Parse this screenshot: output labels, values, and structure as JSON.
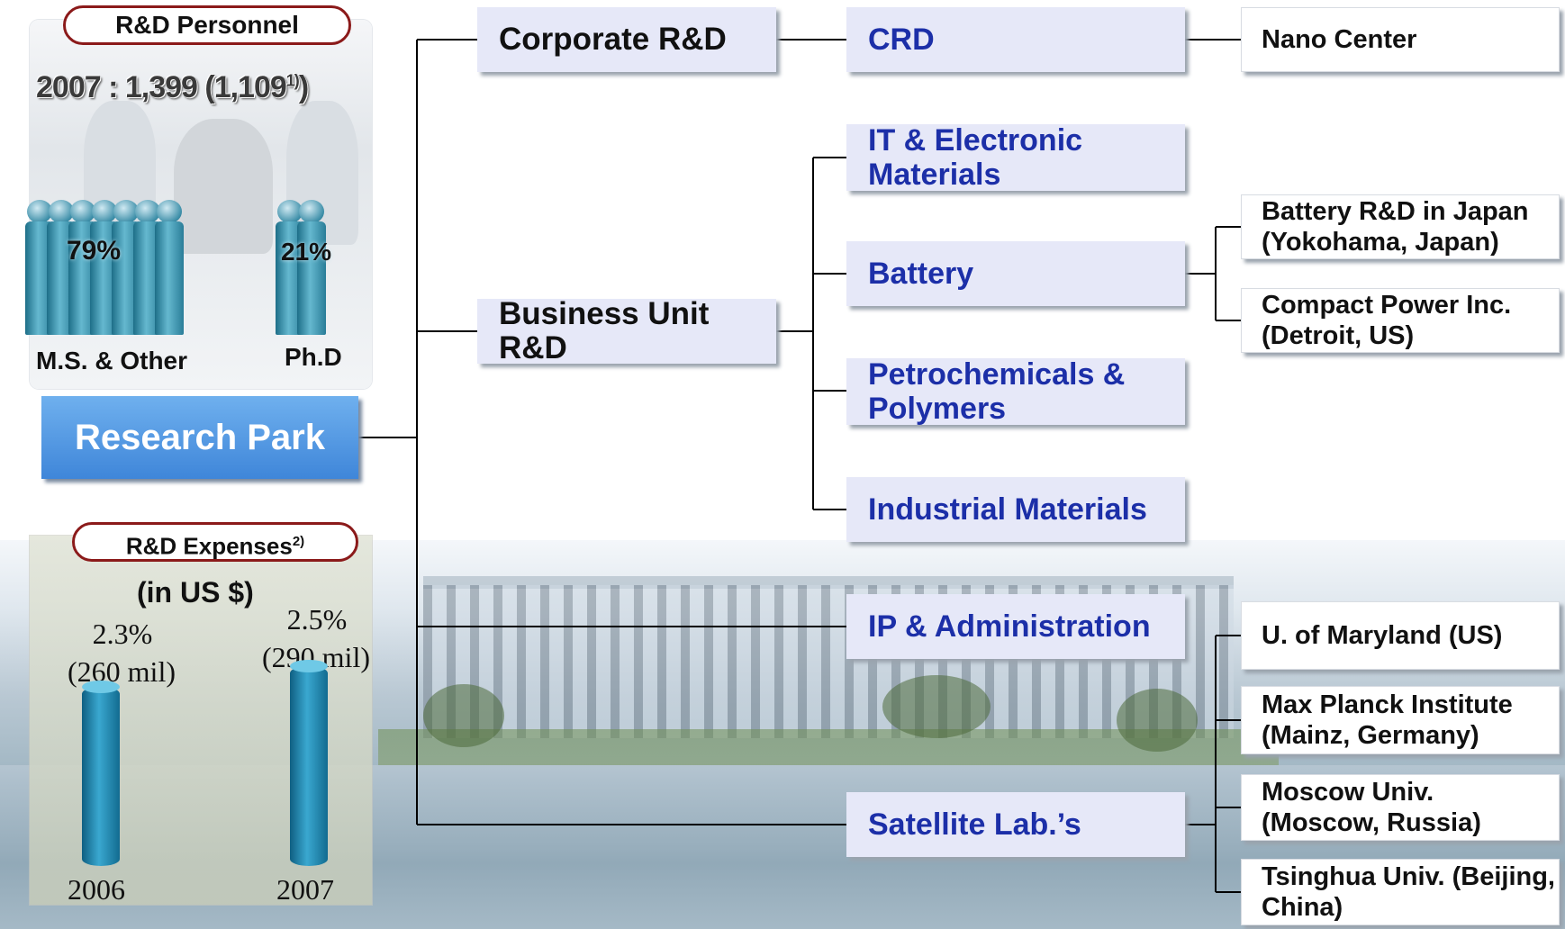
{
  "personnel": {
    "title": "R&D Personnel",
    "count": "2007 : 1,399 (1,109",
    "count_note": "1)",
    "count_close": ")",
    "ms_pct": "79%",
    "phd_pct": "21%",
    "ms_label": "M.S. & Other",
    "phd_label": "Ph.D"
  },
  "research_park": "Research Park",
  "expenses": {
    "title": "R&D Expenses",
    "title_note": "2)",
    "unit": "(in US $)",
    "years": [
      {
        "year": "2006",
        "ratio": "2.3%",
        "amount": "(260 mil)",
        "value_mil": 260
      },
      {
        "year": "2007",
        "ratio": "2.5%",
        "amount": "(290 mil)",
        "value_mil": 290
      }
    ]
  },
  "org": {
    "corporate": "Corporate R&D",
    "business_unit": "Business Unit R&D",
    "crd": "CRD",
    "nano": "Nano Center",
    "it": "IT & Electronic Materials",
    "battery": "Battery",
    "petro": "Petrochemicals & Polymers",
    "industrial": "Industrial Materials",
    "ip": "IP & Administration",
    "satellite": "Satellite Lab.’s",
    "battery_japan": "Battery R&D in Japan (Yokohama, Japan)",
    "compact_power": "Compact Power Inc. (Detroit, US)",
    "maryland": "U. of Maryland (US)",
    "max_planck": "Max Planck Institute (Mainz, Germany)",
    "moscow": "Moscow Univ. (Moscow, Russia)",
    "tsinghua": "Tsinghua Univ. (Beijing, China)"
  }
}
